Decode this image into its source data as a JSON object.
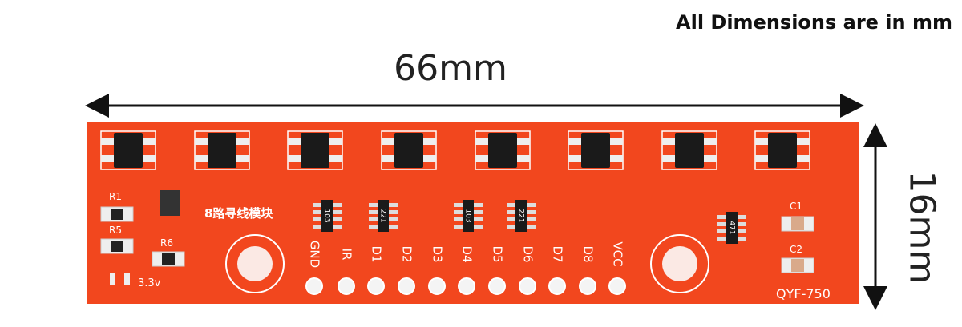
{
  "note": "All Dimensions are in mm",
  "dimensions": {
    "width_label": "66mm",
    "height_label": "16mm"
  },
  "board": {
    "color": "#f2471e",
    "title_cn": "8路寻线模块",
    "model": "QYF-750",
    "voltage_label": "3.3v",
    "resistor_labels": [
      "R1",
      "R5",
      "R6"
    ],
    "capacitor_labels": [
      "C1",
      "C2"
    ],
    "resistor_network_codes": [
      "103",
      "221",
      "103",
      "221",
      "471"
    ],
    "pins": [
      "GND",
      "IR",
      "D1",
      "D2",
      "D3",
      "D4",
      "D5",
      "D6",
      "D7",
      "D8",
      "VCC"
    ],
    "sensor_count": 8
  }
}
